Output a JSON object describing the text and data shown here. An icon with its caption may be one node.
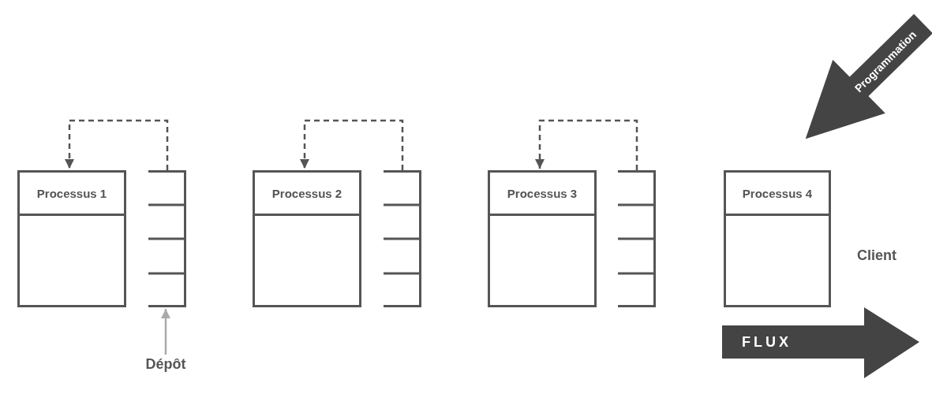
{
  "diagram": {
    "nodes": [
      {
        "text": [
          "Processus 1"
        ]
      },
      {
        "text": [],
        "shape": "box"
      },
      {
        "text": [
          "Processus 2"
        ]
      },
      {
        "text": [],
        "shape": "box"
      },
      {
        "text": [
          "Processus 3"
        ]
      },
      {
        "text": [],
        "shape": "box"
      },
      {
        "text": [
          "Processus 4"
        ]
      },
      {
        "text": [
          "Dépôt"
        ]
      }
    ],
    "edges": [
      {
        "from": 1,
        "to": 0,
        "arrow": "to",
        "style": "dashed"
      },
      {
        "from": 3,
        "to": 2,
        "arrow": "to",
        "style": "dashed"
      },
      {
        "from": 5,
        "to": 4,
        "arrow": "to",
        "style": "dashed"
      },
      {
        "from": 7,
        "to": 1,
        "arrow": "to",
        "color": "#aaaaaa"
      },
      {
        "from": null,
        "to": 6,
        "arrow": "to",
        "style": "thick",
        "label": "Programmation"
      }
    ],
    "labels": [
      "Client",
      "FLUX"
    ]
  }
}
